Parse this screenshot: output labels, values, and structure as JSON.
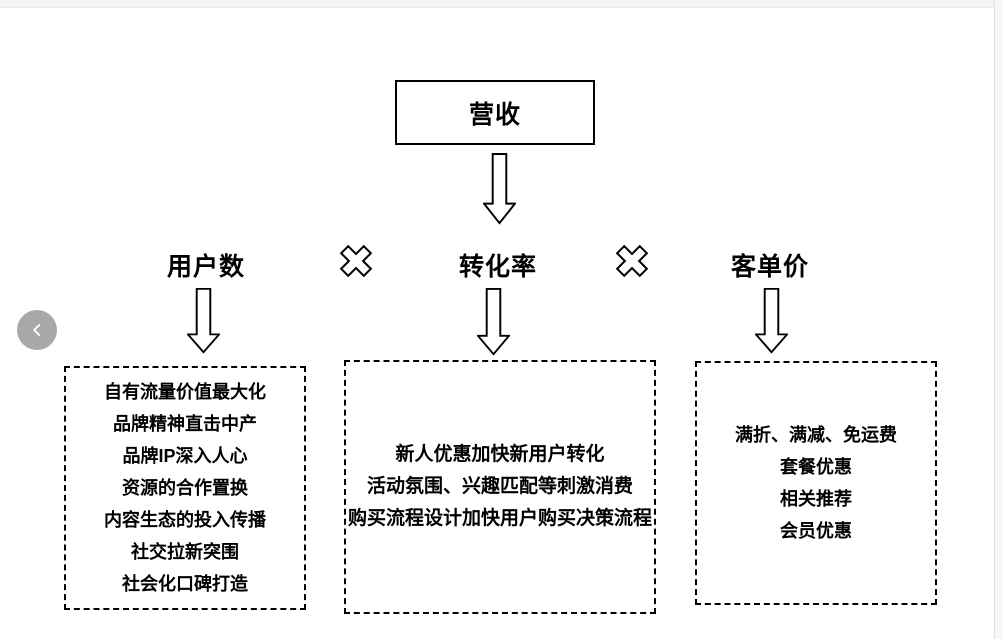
{
  "page": {
    "background": "#ffffff",
    "top_strip_color": "#f4f4f5",
    "right_strip_color": "#f7f7f8",
    "line_color": "#000000"
  },
  "diagram": {
    "root": {
      "label": "营收"
    },
    "operator": "×",
    "factors": [
      {
        "label": "用户数",
        "items": [
          "自有流量价值最大化",
          "品牌精神直击中产",
          "品牌IP深入人心",
          "资源的合作置换",
          "内容生态的投入传播",
          "社交拉新突围",
          "社会化口碑打造"
        ]
      },
      {
        "label": "转化率",
        "items": [
          "新人优惠加快新用户转化",
          "活动氛围、兴趣匹配等刺激消费",
          "购买流程设计加快用户购买决策流程"
        ]
      },
      {
        "label": "客单价",
        "items": [
          "满折、满减、免运费",
          "套餐优惠",
          "相关推荐",
          "会员优惠"
        ]
      }
    ]
  },
  "viewer": {
    "prev_button": "previous-slide"
  }
}
